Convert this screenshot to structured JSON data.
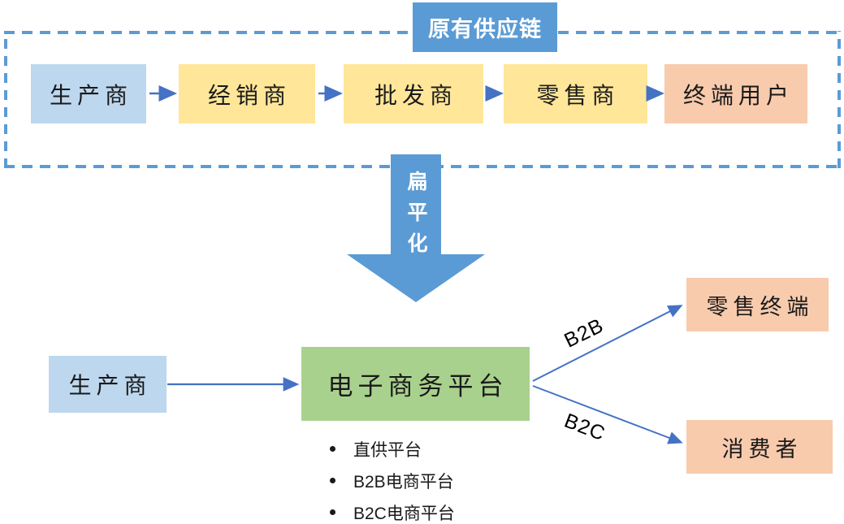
{
  "diagram_title": "原有供应链",
  "original_chain": {
    "title": "原有供应链",
    "nodes": [
      {
        "label": "生产商",
        "color": "#BDD7EE"
      },
      {
        "label": "经销商",
        "color": "#FFE699"
      },
      {
        "label": "批发商",
        "color": "#FFE699"
      },
      {
        "label": "零售商",
        "color": "#FFE699"
      },
      {
        "label": "终端用户",
        "color": "#F8CBAD"
      }
    ]
  },
  "transform_arrow": {
    "label": "扁平化",
    "color": "#5B9BD5"
  },
  "new_chain": {
    "producer": {
      "label": "生产商",
      "color": "#BDD7EE"
    },
    "platform": {
      "label": "电子商务平台",
      "color": "#A9D18E",
      "bullets": [
        "直供平台",
        "B2B电商平台",
        "B2C电商平台"
      ]
    },
    "branches": [
      {
        "edge_label": "B2B",
        "target": "零售终端",
        "color": "#F8CBAD"
      },
      {
        "edge_label": "B2C",
        "target": "消费者",
        "color": "#F8CBAD"
      }
    ]
  },
  "palette": {
    "accent_blue": "#5B9BD5",
    "connector_blue": "#4472C4",
    "light_blue": "#BDD7EE",
    "yellow": "#FFE699",
    "salmon": "#F8CBAD",
    "green": "#A9D18E"
  }
}
